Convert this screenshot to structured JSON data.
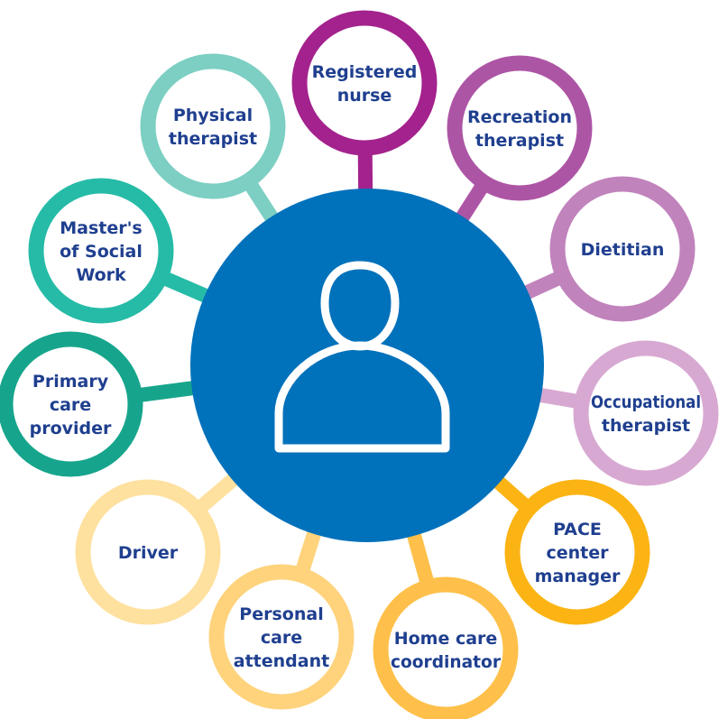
{
  "hub": {
    "icon": "person-icon",
    "color": "#0071bb"
  },
  "roles": [
    {
      "id": "registered-nurse",
      "lines": [
        "Registered",
        "nurse"
      ],
      "color": "#a3228d"
    },
    {
      "id": "recreation-therapist",
      "lines": [
        "Recreation",
        "therapist"
      ],
      "color": "#ad55a5"
    },
    {
      "id": "dietitian",
      "lines": [
        "Dietitian"
      ],
      "color": "#c183bc"
    },
    {
      "id": "occupational-therapist",
      "lines": [
        "Occupational",
        "therapist"
      ],
      "color": "#d7a9d2"
    },
    {
      "id": "pace-center-manager",
      "lines": [
        "PACE",
        "center",
        "manager"
      ],
      "color": "#fbb414"
    },
    {
      "id": "home-care-coordinator",
      "lines": [
        "Home care",
        "coordinator"
      ],
      "color": "#fec04a"
    },
    {
      "id": "personal-care-attendant",
      "lines": [
        "Personal",
        "care",
        "attendant"
      ],
      "color": "#fed37c"
    },
    {
      "id": "driver",
      "lines": [
        "Driver"
      ],
      "color": "#fee19f"
    },
    {
      "id": "primary-care-provider",
      "lines": [
        "Primary",
        "care",
        "provider"
      ],
      "color": "#16a58c"
    },
    {
      "id": "masters-of-social-work",
      "lines": [
        "Master's",
        "of Social",
        "Work"
      ],
      "color": "#26bba7"
    },
    {
      "id": "physical-therapist",
      "lines": [
        "Physical",
        "therapist"
      ],
      "color": "#7ccfc2"
    }
  ]
}
